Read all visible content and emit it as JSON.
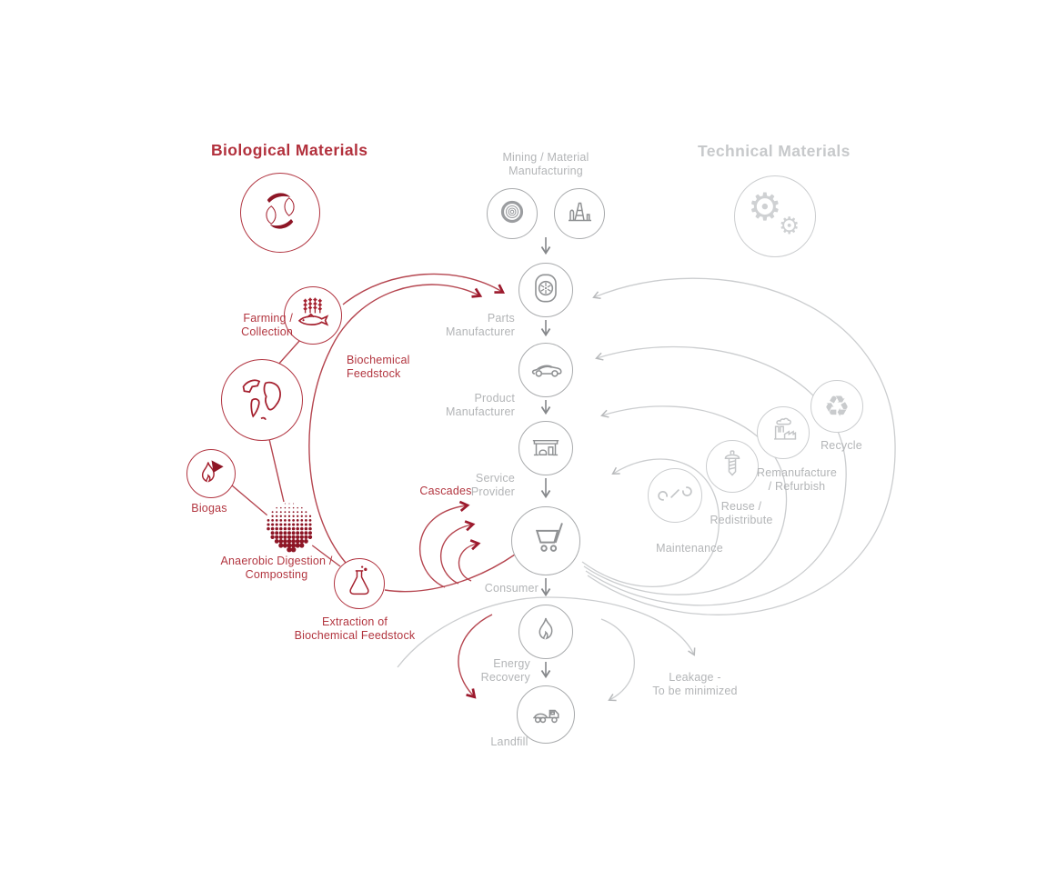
{
  "sections": {
    "biological": {
      "title": "Biological Materials"
    },
    "technical": {
      "title": "Technical Materials"
    }
  },
  "chain": {
    "mining": "Mining / Material\nManufacturing",
    "parts": "Parts\nManufacturer",
    "product": "Product\nManufacturer",
    "service": "Service\nProvider",
    "consumer": "Consumer",
    "energy": "Energy\nRecovery",
    "landfill": "Landfill"
  },
  "biological_loop": {
    "farming": "Farming /\nCollection",
    "feedstock": "Biochemical\nFeedstock",
    "biogas": "Biogas",
    "anaerobic": "Anaerobic Digestion /\nComposting",
    "extraction": "Extraction of\nBiochemical Feedstock",
    "cascades": "Cascades"
  },
  "technical_loop": {
    "maintenance": "Maintenance",
    "reuse": "Reuse /\nRedistribute",
    "remanufacture": "Remanufacture\n/ Refurbish",
    "recycle": "Recycle"
  },
  "annotations": {
    "leakage": "Leakage -\nTo be minimized"
  },
  "colors": {
    "biological_red": "#b2353f",
    "biological_line_red": "#b5454f",
    "biological_solid_red": "#9c1a2d",
    "technical_light_gray": "#cbcdcf",
    "chain_circle_gray": "#a9abad",
    "label_gray": "#b3b5b7",
    "icon_gray": "#8f9193",
    "arrow_gray": "#85878a"
  },
  "icons": {
    "biological_symbol": "leaves-icon",
    "technical_symbol": "gears-icon",
    "mining_1": "wood-log-icon",
    "mining_2": "oil-derrick-icon",
    "parts": "tire-icon",
    "product": "car-icon",
    "service": "garage-icon",
    "consumer": "shopping-cart-icon",
    "energy": "flame-icon",
    "landfill": "dump-truck-icon",
    "farming": "wheat-fish-icon",
    "collection_globe": "earth-globe-icon",
    "biogas": "biogas-flame-icon",
    "anaerobic": "halftone-dots-icon",
    "extraction": "flask-icon",
    "maintenance": "wrench-icon",
    "reuse": "screw-icon",
    "remanufacture": "factory-icon",
    "recycle": "recycle-icon"
  }
}
